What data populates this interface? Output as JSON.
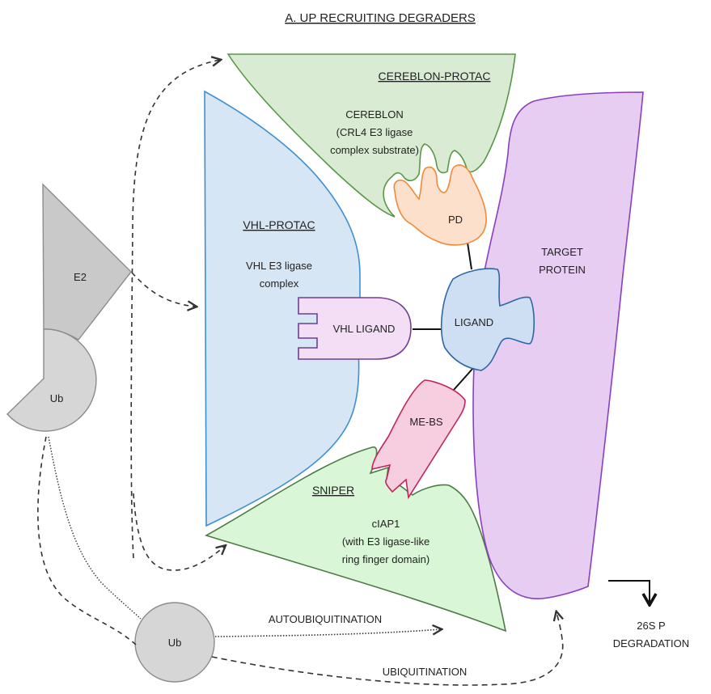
{
  "title": "A. UP RECRUITING DEGRADERS",
  "colors": {
    "cereblon_fill": "#d9ecd3",
    "cereblon_stroke": "#5a9648",
    "vhl_fill": "#d6e6f5",
    "vhl_stroke": "#3f8fd0",
    "sniper_fill": "#d9f6d7",
    "sniper_stroke": "#4f7a45",
    "target_fill": "#e8cdf3",
    "target_stroke": "#8a3fbf",
    "pd_fill": "#fde0cb",
    "pd_stroke": "#f08a3a",
    "vhl_ligand_fill": "#f3def6",
    "vhl_ligand_stroke": "#6d3f93",
    "ligand_fill": "#cfdff3",
    "ligand_stroke": "#2f66a5",
    "mebs_fill": "#f7cde0",
    "mebs_stroke": "#c0265a",
    "e2_fill": "#c9c9c9",
    "ub_fill": "#d6d6d6",
    "gray_stroke": "#8c8c8c"
  },
  "cereblon": {
    "heading": "CEREBLON-PROTAC",
    "lines": [
      "CEREBLON",
      "(CRL4 E3 ligase",
      "complex substrate)"
    ]
  },
  "vhl": {
    "heading": "VHL-PROTAC",
    "lines": [
      "VHL E3 ligase",
      "complex"
    ]
  },
  "sniper": {
    "heading": "SNIPER",
    "lines": [
      "cIAP1",
      "(with E3 ligase-like",
      "ring finger domain)"
    ]
  },
  "target": {
    "lines": [
      "TARGET",
      "PROTEIN"
    ]
  },
  "pd": {
    "label": "PD"
  },
  "vhl_ligand": {
    "label": "VHL LIGAND"
  },
  "ligand": {
    "label": "LIGAND"
  },
  "mebs": {
    "label": "ME-BS"
  },
  "e2": {
    "label": "E2"
  },
  "ub_top": {
    "label": "Ub"
  },
  "ub_bottom": {
    "label": "Ub"
  },
  "arrows": {
    "autoubiquitination": "AUTOUBIQUITINATION",
    "ubiquitination": "UBIQUITINATION"
  },
  "degradation": {
    "lines": [
      "26S P",
      "DEGRADATION"
    ]
  }
}
